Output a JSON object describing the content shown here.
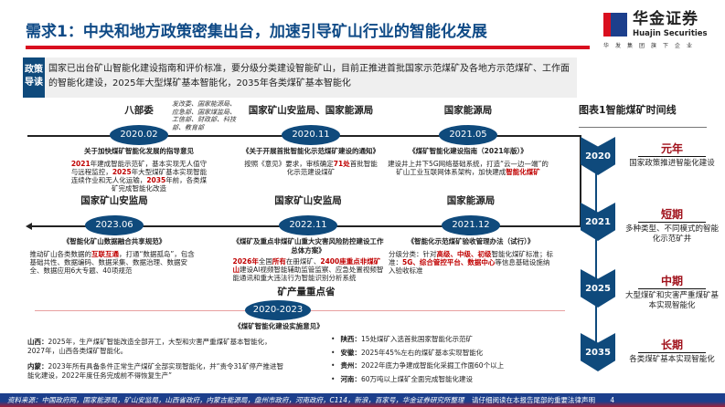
{
  "header": {
    "title": "需求1：中央和地方政策密集出台，加速引导矿山行业的智能化发展",
    "logo": {
      "cn": "华金证券",
      "en": "Huajin Securities",
      "sub": "华发集团旗下企业"
    }
  },
  "policy": {
    "tag": "政策导读",
    "text": "国家已出台矿山智能化建设指南和评价标准，要分级分类建设智能矿山，目前正推进首批国家示范煤矿及各地方示范煤矿、工作面的智能化建设，2025年大型煤矿基本智能化，2035年各类煤矿基本智能化"
  },
  "timeline": [
    {
      "date": "2020.02",
      "org": "八部委",
      "note": "发改委、国家能源局、应急部、国家煤监局、工信部、财政部、科技部、教育部",
      "doc": "关于加快煤矿智能化发展的指导意见",
      "desc": [
        {
          "t": "2021",
          "r": 1
        },
        {
          "t": "年建成智能示范矿，基本实现无人值守与远程监控，"
        },
        {
          "t": "2025",
          "r": 1
        },
        {
          "t": "年大型煤矿基本实现智能连续作业和无人化运输，"
        },
        {
          "t": "2035",
          "r": 1
        },
        {
          "t": "年前，各类煤矿完成智能化改造"
        }
      ]
    },
    {
      "date": "2020.11",
      "org": "国家矿山安监局、国家能源局",
      "doc": "《关于开展首批智能化示范煤矿建设的通知》",
      "desc": [
        {
          "t": "按照《意见》要求，审核确定"
        },
        {
          "t": "71处",
          "r": 1
        },
        {
          "t": "首批智能化示范建设煤矿"
        }
      ]
    },
    {
      "date": "2021.05",
      "org": "国家能源局",
      "doc": "《煤矿智能化建设指南（2021年版）》",
      "desc": [
        {
          "t": "建设井上井下5G网络基础系统，打造“云—边—端”的矿山工业互联网体系架构，加快建成"
        },
        {
          "t": "智能化煤矿",
          "r": 1
        }
      ]
    },
    {
      "date": "2023.06",
      "org": "国家矿山安监局",
      "doc": "《智能化矿山数据融合共享规范》",
      "desc": [
        {
          "t": "推动矿山各类数据的"
        },
        {
          "t": "互联互通",
          "r": 1
        },
        {
          "t": "，打通“数据孤岛”，包含基础共性、数据编码、数据采集、数据治理、数据安全、数据应用6大专题、40项规范"
        }
      ]
    },
    {
      "date": "2022.11",
      "org": "国家矿山安监局",
      "doc": "《煤矿及重点非煤矿山重大灾害风险防控建设工作总体方案》",
      "desc": [
        {
          "t": "2026年",
          "r": 1
        },
        {
          "t": "全国"
        },
        {
          "t": "所有",
          "r": 1
        },
        {
          "t": "在册煤矿、"
        },
        {
          "t": "2400座重点非煤矿山",
          "r": 1
        },
        {
          "t": "建设AI视频智能辅助监管监察、应急处置视频智能通讯和重大违法行为智能识别分析系统"
        }
      ]
    },
    {
      "date": "2021.12",
      "org": "国家能源局",
      "doc": "《智能化示范煤矿验收管理办法（试行）》",
      "desc": [
        {
          "t": "分级分类：针对"
        },
        {
          "t": "高级、中级、初级",
          "r": 1
        },
        {
          "t": "智能化煤矿标准；标准："
        },
        {
          "t": "5G、综合管控平台、数据中心",
          "r": 1
        },
        {
          "t": "等信息基础设施纳入验收标准"
        }
      ]
    }
  ],
  "provinces": {
    "heading": "矿产量重点省",
    "date": "2020-2023",
    "doc": "《煤矿智能化建设实施意见》",
    "left": [
      {
        "name": "山西：",
        "text": "2025年，生产煤矿智能改造全部开工，大型和灾害严重煤矿基本智能化，2027年，山西各类煤矿智能化。"
      },
      {
        "name": "内蒙：",
        "text": "2023年所有具备条件正常生产煤矿全部实现智能化，并“责令31矿停产推进智能化建设，2022年度任务完成前不得恢复生产”"
      }
    ],
    "right": [
      {
        "name": "陕西：",
        "text": "15处煤矿入选首批国家智能化示范矿"
      },
      {
        "name": "安徽：",
        "text": "2025年45%左右的煤矿基本实现智能化"
      },
      {
        "name": "贵州：",
        "text": "2022年底力争建成智能化采掘工作面60个以上"
      },
      {
        "name": "河南：",
        "text": "60万吨以上煤矿全面完成智能化建设"
      }
    ]
  },
  "right_panel": {
    "title": "图表1智能煤矿时间线",
    "phases": [
      {
        "year": "2020",
        "name": "元年",
        "desc": "国家政策推进智能化建设"
      },
      {
        "year": "2021",
        "name": "短期",
        "desc": "多种类型、不同模式的智能化示范矿井"
      },
      {
        "year": "2025",
        "name": "中期",
        "desc": "大型煤矿和灾害严重煤矿基本实现智能化"
      },
      {
        "year": "2035",
        "name": "长期",
        "desc": "各类煤矿基本实现智能化"
      }
    ]
  },
  "footer": {
    "source": "资料来源：中国政府网，国家能源局，矿山安监局，山西省政府，内蒙古能源局，盘州市政府，河南政府，C114，新浪，百家号，华金证券研究所整理",
    "disclaimer": "请仔细阅读在本报告尾部的重要法律声明",
    "page": "4"
  },
  "colors": {
    "brand_blue": "#0f4a7c",
    "accent_red": "#d90f1f",
    "highlight_red": "#c00000"
  }
}
